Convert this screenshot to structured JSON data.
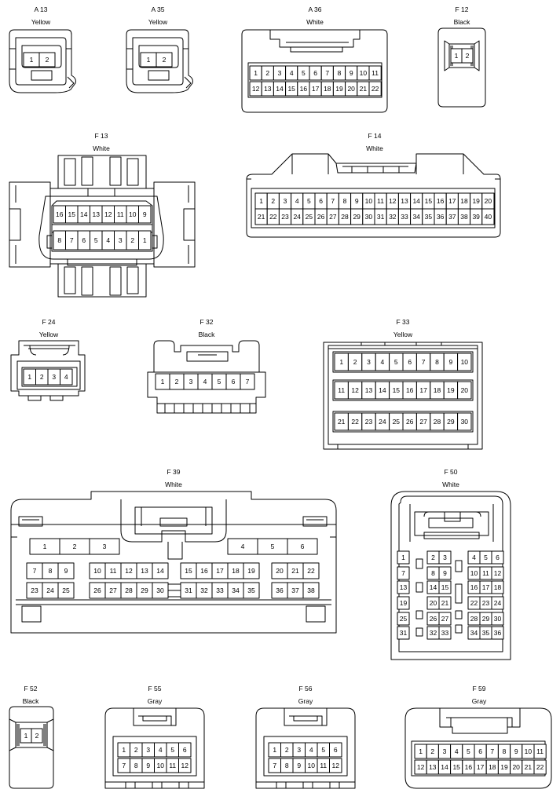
{
  "connectors": [
    {
      "id": "A 13",
      "color": "Yellow",
      "rows": [
        [
          "1",
          "2"
        ]
      ]
    },
    {
      "id": "A 35",
      "color": "Yellow",
      "rows": [
        [
          "1",
          "2"
        ]
      ]
    },
    {
      "id": "A 36",
      "color": "White",
      "rows": [
        [
          "1",
          "2",
          "3",
          "4",
          "5",
          "6",
          "7",
          "8",
          "9",
          "10",
          "11"
        ],
        [
          "12",
          "13",
          "14",
          "15",
          "16",
          "17",
          "18",
          "19",
          "20",
          "21",
          "22"
        ]
      ]
    },
    {
      "id": "F 12",
      "color": "Black",
      "rows": [
        [
          "1",
          "2"
        ]
      ]
    },
    {
      "id": "F 13",
      "color": "White",
      "rows": [
        [
          "16",
          "15",
          "14",
          "13",
          "12",
          "11",
          "10",
          "9"
        ],
        [
          "8",
          "7",
          "6",
          "5",
          "4",
          "3",
          "2",
          "1"
        ]
      ]
    },
    {
      "id": "F 14",
      "color": "White",
      "rows": [
        [
          "1",
          "2",
          "3",
          "4",
          "5",
          "6",
          "7",
          "8",
          "9",
          "10",
          "11",
          "12",
          "13",
          "14",
          "15",
          "16",
          "17",
          "18",
          "19",
          "20"
        ],
        [
          "21",
          "22",
          "23",
          "24",
          "25",
          "26",
          "27",
          "28",
          "29",
          "30",
          "31",
          "32",
          "33",
          "34",
          "35",
          "36",
          "37",
          "38",
          "39",
          "40"
        ]
      ]
    },
    {
      "id": "F 24",
      "color": "Yellow",
      "rows": [
        [
          "1",
          "2",
          "3",
          "4"
        ]
      ]
    },
    {
      "id": "F 32",
      "color": "Black",
      "rows": [
        [
          "1",
          "2",
          "3",
          "4",
          "5",
          "6",
          "7"
        ]
      ]
    },
    {
      "id": "F 33",
      "color": "Yellow",
      "rows": [
        [
          "1",
          "2",
          "3",
          "4",
          "5",
          "6",
          "7",
          "8",
          "9",
          "10"
        ],
        [
          "11",
          "12",
          "13",
          "14",
          "15",
          "16",
          "17",
          "18",
          "19",
          "20"
        ],
        [
          "21",
          "22",
          "23",
          "24",
          "25",
          "26",
          "27",
          "28",
          "29",
          "30"
        ]
      ]
    },
    {
      "id": "F 39",
      "color": "White",
      "rows": [
        [
          "1",
          "2",
          "3",
          "4",
          "5",
          "6"
        ],
        [
          "7",
          "8",
          "9",
          "10",
          "11",
          "12",
          "13",
          "14",
          "15",
          "16",
          "17",
          "18",
          "19",
          "20",
          "21",
          "22"
        ],
        [
          "23",
          "24",
          "25",
          "26",
          "27",
          "28",
          "29",
          "30",
          "31",
          "32",
          "33",
          "34",
          "35",
          "36",
          "37",
          "38"
        ]
      ]
    },
    {
      "id": "F 50",
      "color": "White",
      "rows": [
        [
          "1",
          "2",
          "3",
          "4",
          "5",
          "6"
        ],
        [
          "7",
          "8",
          "9",
          "10",
          "11",
          "12"
        ],
        [
          "13",
          "14",
          "15",
          "16",
          "17",
          "18"
        ],
        [
          "19",
          "20",
          "21",
          "22",
          "23",
          "24"
        ],
        [
          "25",
          "26",
          "27",
          "28",
          "29",
          "30"
        ],
        [
          "31",
          "32",
          "33",
          "34",
          "35",
          "36"
        ]
      ]
    },
    {
      "id": "F 52",
      "color": "Black",
      "rows": [
        [
          "1",
          "2"
        ]
      ]
    },
    {
      "id": "F 55",
      "color": "Gray",
      "rows": [
        [
          "1",
          "2",
          "3",
          "4",
          "5",
          "6"
        ],
        [
          "7",
          "8",
          "9",
          "10",
          "11",
          "12"
        ]
      ]
    },
    {
      "id": "F 56",
      "color": "Gray",
      "rows": [
        [
          "1",
          "2",
          "3",
          "4",
          "5",
          "6"
        ],
        [
          "7",
          "8",
          "9",
          "10",
          "11",
          "12"
        ]
      ]
    },
    {
      "id": "F 59",
      "color": "Gray",
      "rows": [
        [
          "1",
          "2",
          "3",
          "4",
          "5",
          "6",
          "7",
          "8",
          "9",
          "10",
          "11"
        ],
        [
          "12",
          "13",
          "14",
          "15",
          "16",
          "17",
          "18",
          "19",
          "20",
          "21",
          "22"
        ]
      ]
    }
  ]
}
